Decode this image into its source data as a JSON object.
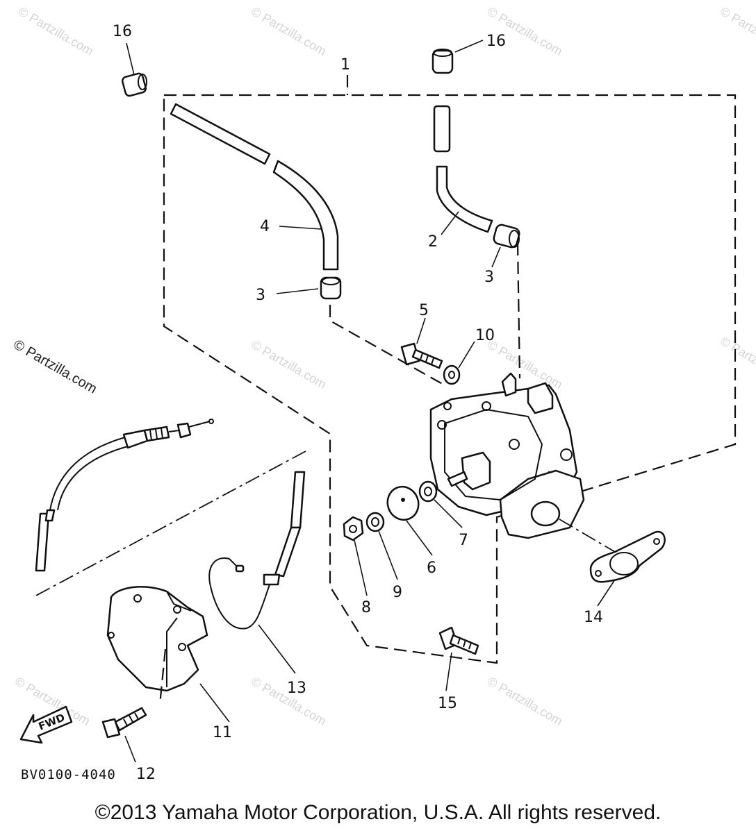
{
  "callouts": [
    "1",
    "2",
    "3",
    "3",
    "4",
    "5",
    "6",
    "7",
    "8",
    "9",
    "10",
    "11",
    "12",
    "13",
    "14",
    "15",
    "16",
    "16"
  ],
  "watermarks": [
    "© Partzilla.com",
    "© Partzilla.com",
    "© Partzilla.com",
    "© Partzilla.com",
    "© Partzilla.com",
    "© Partzilla.com",
    "© Partzilla.com",
    "© Partzilla.com",
    "© Partzilla.com",
    "© Partzilla.com"
  ],
  "side_watermark": "© Partzilla.com",
  "forward_arrow_label": "FWD",
  "diagram_code": "BV0100-4040",
  "copyright": "©2013 Yamaha Motor Corporation, U.S.A. All rights reserved."
}
